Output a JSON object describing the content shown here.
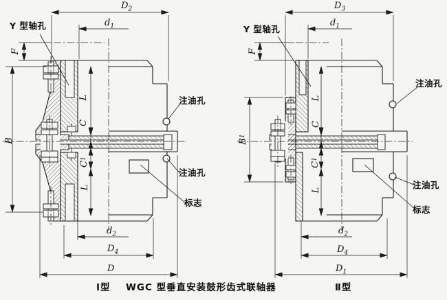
{
  "caption": {
    "left_type": "Ⅰ型",
    "title": "WGC 型垂直安装鼓形齿式联轴器",
    "right_type": "Ⅱ型"
  },
  "left_figure": {
    "callouts": {
      "shaft_hole": "Y 型轴孔",
      "oil_hole_top": "注油孔",
      "oil_hole_bottom": "注油孔",
      "mark": "标志"
    },
    "dims": {
      "D2": {
        "main": "D",
        "sub": "2"
      },
      "d1": {
        "main": "d",
        "sub": "1"
      },
      "F": {
        "main": "F"
      },
      "B": {
        "main": "B"
      },
      "L_top": {
        "main": "L"
      },
      "C": {
        "main": "C"
      },
      "C1": {
        "main": "C",
        "sub": "1"
      },
      "L_bottom": {
        "main": "L"
      },
      "d2": {
        "main": "d",
        "sub": "2"
      },
      "D4": {
        "main": "D",
        "sub": "4"
      },
      "D": {
        "main": "D"
      }
    }
  },
  "right_figure": {
    "callouts": {
      "shaft_hole": "Y 型轴孔",
      "oil_hole_top": "注油孔",
      "oil_hole_bottom": "注油孔",
      "mark": "标志"
    },
    "dims": {
      "D3": {
        "main": "D",
        "sub": "3"
      },
      "d1": {
        "main": "d",
        "sub": "1"
      },
      "F": {
        "main": "F"
      },
      "B1": {
        "main": "B",
        "sub": "1"
      },
      "L_top": {
        "main": "L"
      },
      "C": {
        "main": "C"
      },
      "C1": {
        "main": "C",
        "sub": "1"
      },
      "L_bottom": {
        "main": "L"
      },
      "d2": {
        "main": "d",
        "sub": "2"
      },
      "D4": {
        "main": "D",
        "sub": "4"
      },
      "D1": {
        "main": "D",
        "sub": "1"
      }
    }
  }
}
